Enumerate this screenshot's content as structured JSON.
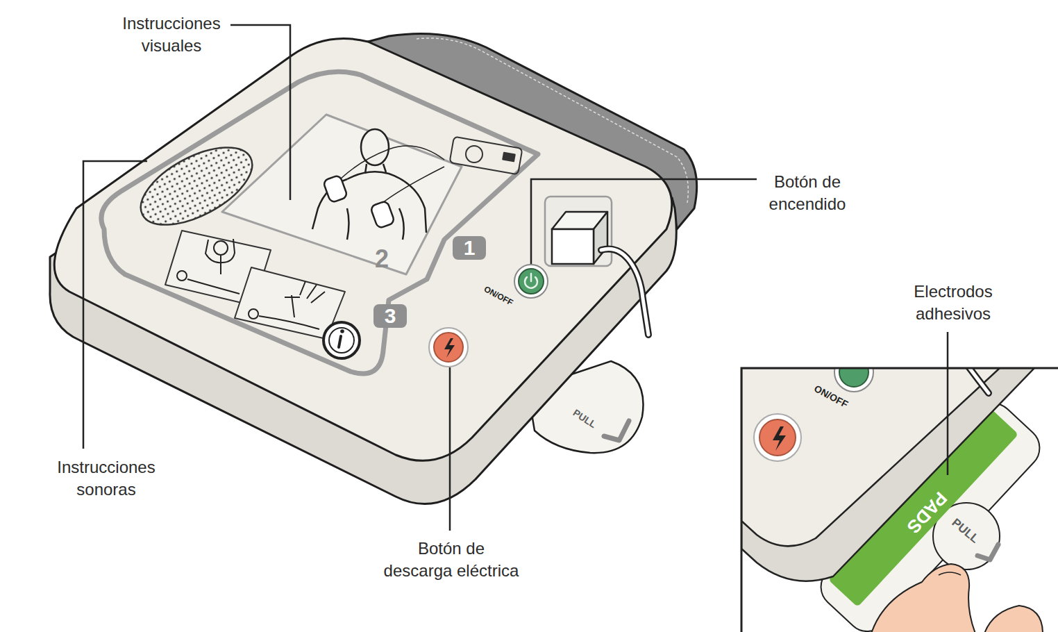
{
  "diagram": {
    "labels": [
      "Instrucciones visuales",
      "Botón de encendido",
      "Electrodos adhesivos",
      "1",
      "2",
      "3",
      "ON/OFF",
      "PULL",
      "Instrucciones sonoras",
      "Botón de descarga eléctrica",
      "ON/OFF",
      "PADS",
      "PULL"
    ]
  }
}
